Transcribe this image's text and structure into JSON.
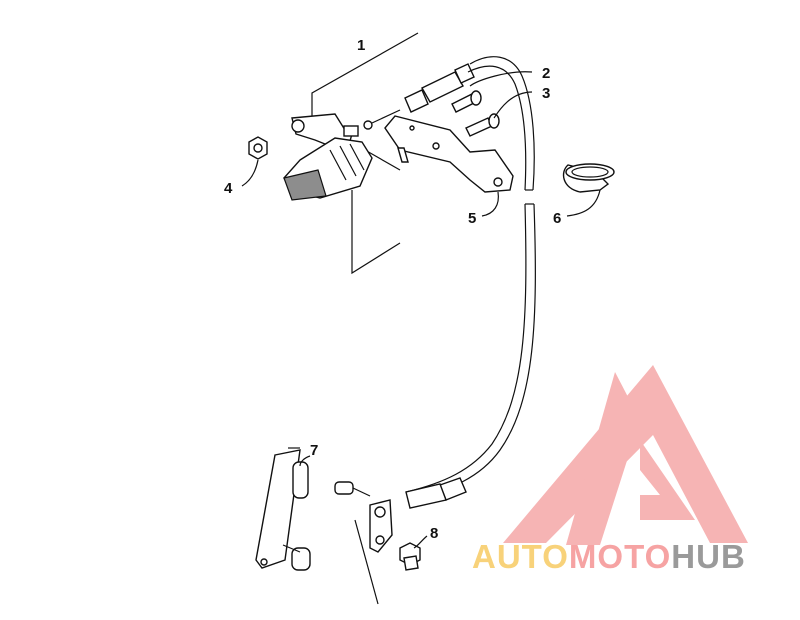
{
  "callouts": [
    {
      "id": "1",
      "label": "1"
    },
    {
      "id": "2",
      "label": "2"
    },
    {
      "id": "3",
      "label": "3"
    },
    {
      "id": "4",
      "label": "4"
    },
    {
      "id": "5",
      "label": "5"
    },
    {
      "id": "6",
      "label": "6"
    },
    {
      "id": "7",
      "label": "7"
    },
    {
      "id": "8",
      "label": "8"
    }
  ],
  "watermark": {
    "part1": "AUTO",
    "part2": "MOTO",
    "part3": "HUB",
    "colors": {
      "auto": "#f8d27a",
      "moto": "#f6a3a3",
      "hub": "#9a9a9a",
      "logo": "#f39b9b"
    }
  }
}
